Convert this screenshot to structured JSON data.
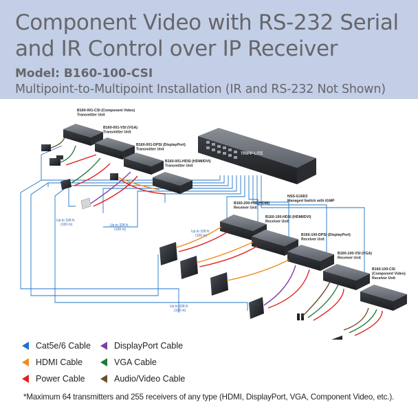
{
  "header": {
    "title_line1": "Component Video with RS-232 Serial",
    "title_line2": "and IR Control over IP Receiver",
    "model": "Model: B160-100-CSI",
    "subtitle": "Multipoint-to-Multipoint Installation (IR and RS-232 Not Shown)"
  },
  "devices": {
    "tx_csi": [
      "B160-001-CSI (Component Video)",
      "Transmitter Unit"
    ],
    "tx_vsi": [
      "B160-001-VSI (VGA)",
      "Transmitter Unit"
    ],
    "tx_dpsi": [
      "B160-001-DPSI (DisplayPort)",
      "Transmitter Unit"
    ],
    "tx_hdsi": [
      "B160-001-HDSI (HDMI/DVI)",
      "Transmitter Unit"
    ],
    "switch": [
      "NSS-G16D2",
      "Managed Switch with IGMP"
    ],
    "switch_brand": "TRIPP-LITE",
    "rx_hsi": [
      "B160-200-HSI (HDMI)",
      "Receiver Unit"
    ],
    "rx_hdsi": [
      "B160-100-HDSI (HDMI/DVI)",
      "Receiver Unit"
    ],
    "rx_dpsi": [
      "B160-100-DPSI (DisplayPort)",
      "Receiver Unit"
    ],
    "rx_vsi": [
      "B160-100-VSI (VGA)",
      "Receiver Unit"
    ],
    "rx_csi": [
      "B160-100-CSI",
      "(Component Video)",
      "Receiver Unit"
    ]
  },
  "distances": {
    "d1": [
      "Up to 328 ft.",
      "(100 m)"
    ],
    "d2": [
      "Up to 328 ft.",
      "(100 m)"
    ],
    "d3": [
      "Up to 328 ft.",
      "(100 m)"
    ],
    "d4": [
      "Up to 328 ft.",
      "(100 m)"
    ]
  },
  "legend": {
    "cat5": "Cat5e/6 Cable",
    "hdmi": "HDMI Cable",
    "power": "Power Cable",
    "displayport": "DisplayPort Cable",
    "vga": "VGA Cable",
    "av": "Audio/Video Cable"
  },
  "colors": {
    "cat5": "#1e73c8",
    "hdmi": "#f08a1e",
    "power": "#e02020",
    "displayport": "#7b3fa6",
    "vga": "#1f7a3a",
    "av": "#6b4f2a",
    "header_bg": "#c3cfe6"
  },
  "footnote": "*Maximum 64 transmitters and 255 receivers of any type (HDMI, DisplayPort, VGA, Component Video, etc.)."
}
